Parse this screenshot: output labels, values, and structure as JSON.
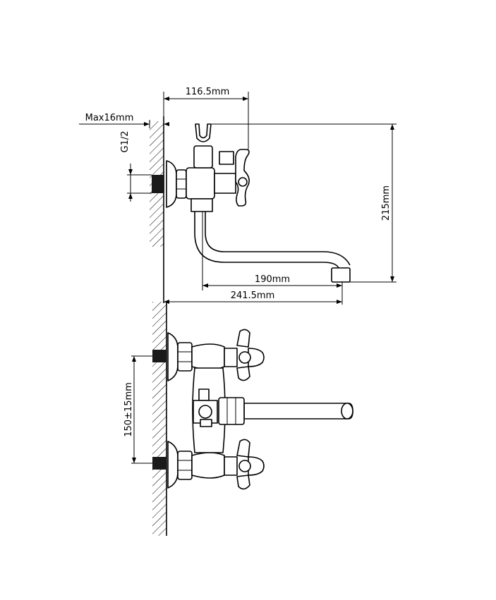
{
  "diagram": {
    "dimensions": {
      "top_width": "116.5mm",
      "max_wall": "Max16mm",
      "thread": "G1/2",
      "height": "215mm",
      "spout_reach": "190mm",
      "total_reach": "241.5mm",
      "centers": "150±15mm"
    },
    "colors": {
      "ink": "#000000",
      "fitting": "#1a1a1a",
      "background": "#ffffff"
    }
  }
}
